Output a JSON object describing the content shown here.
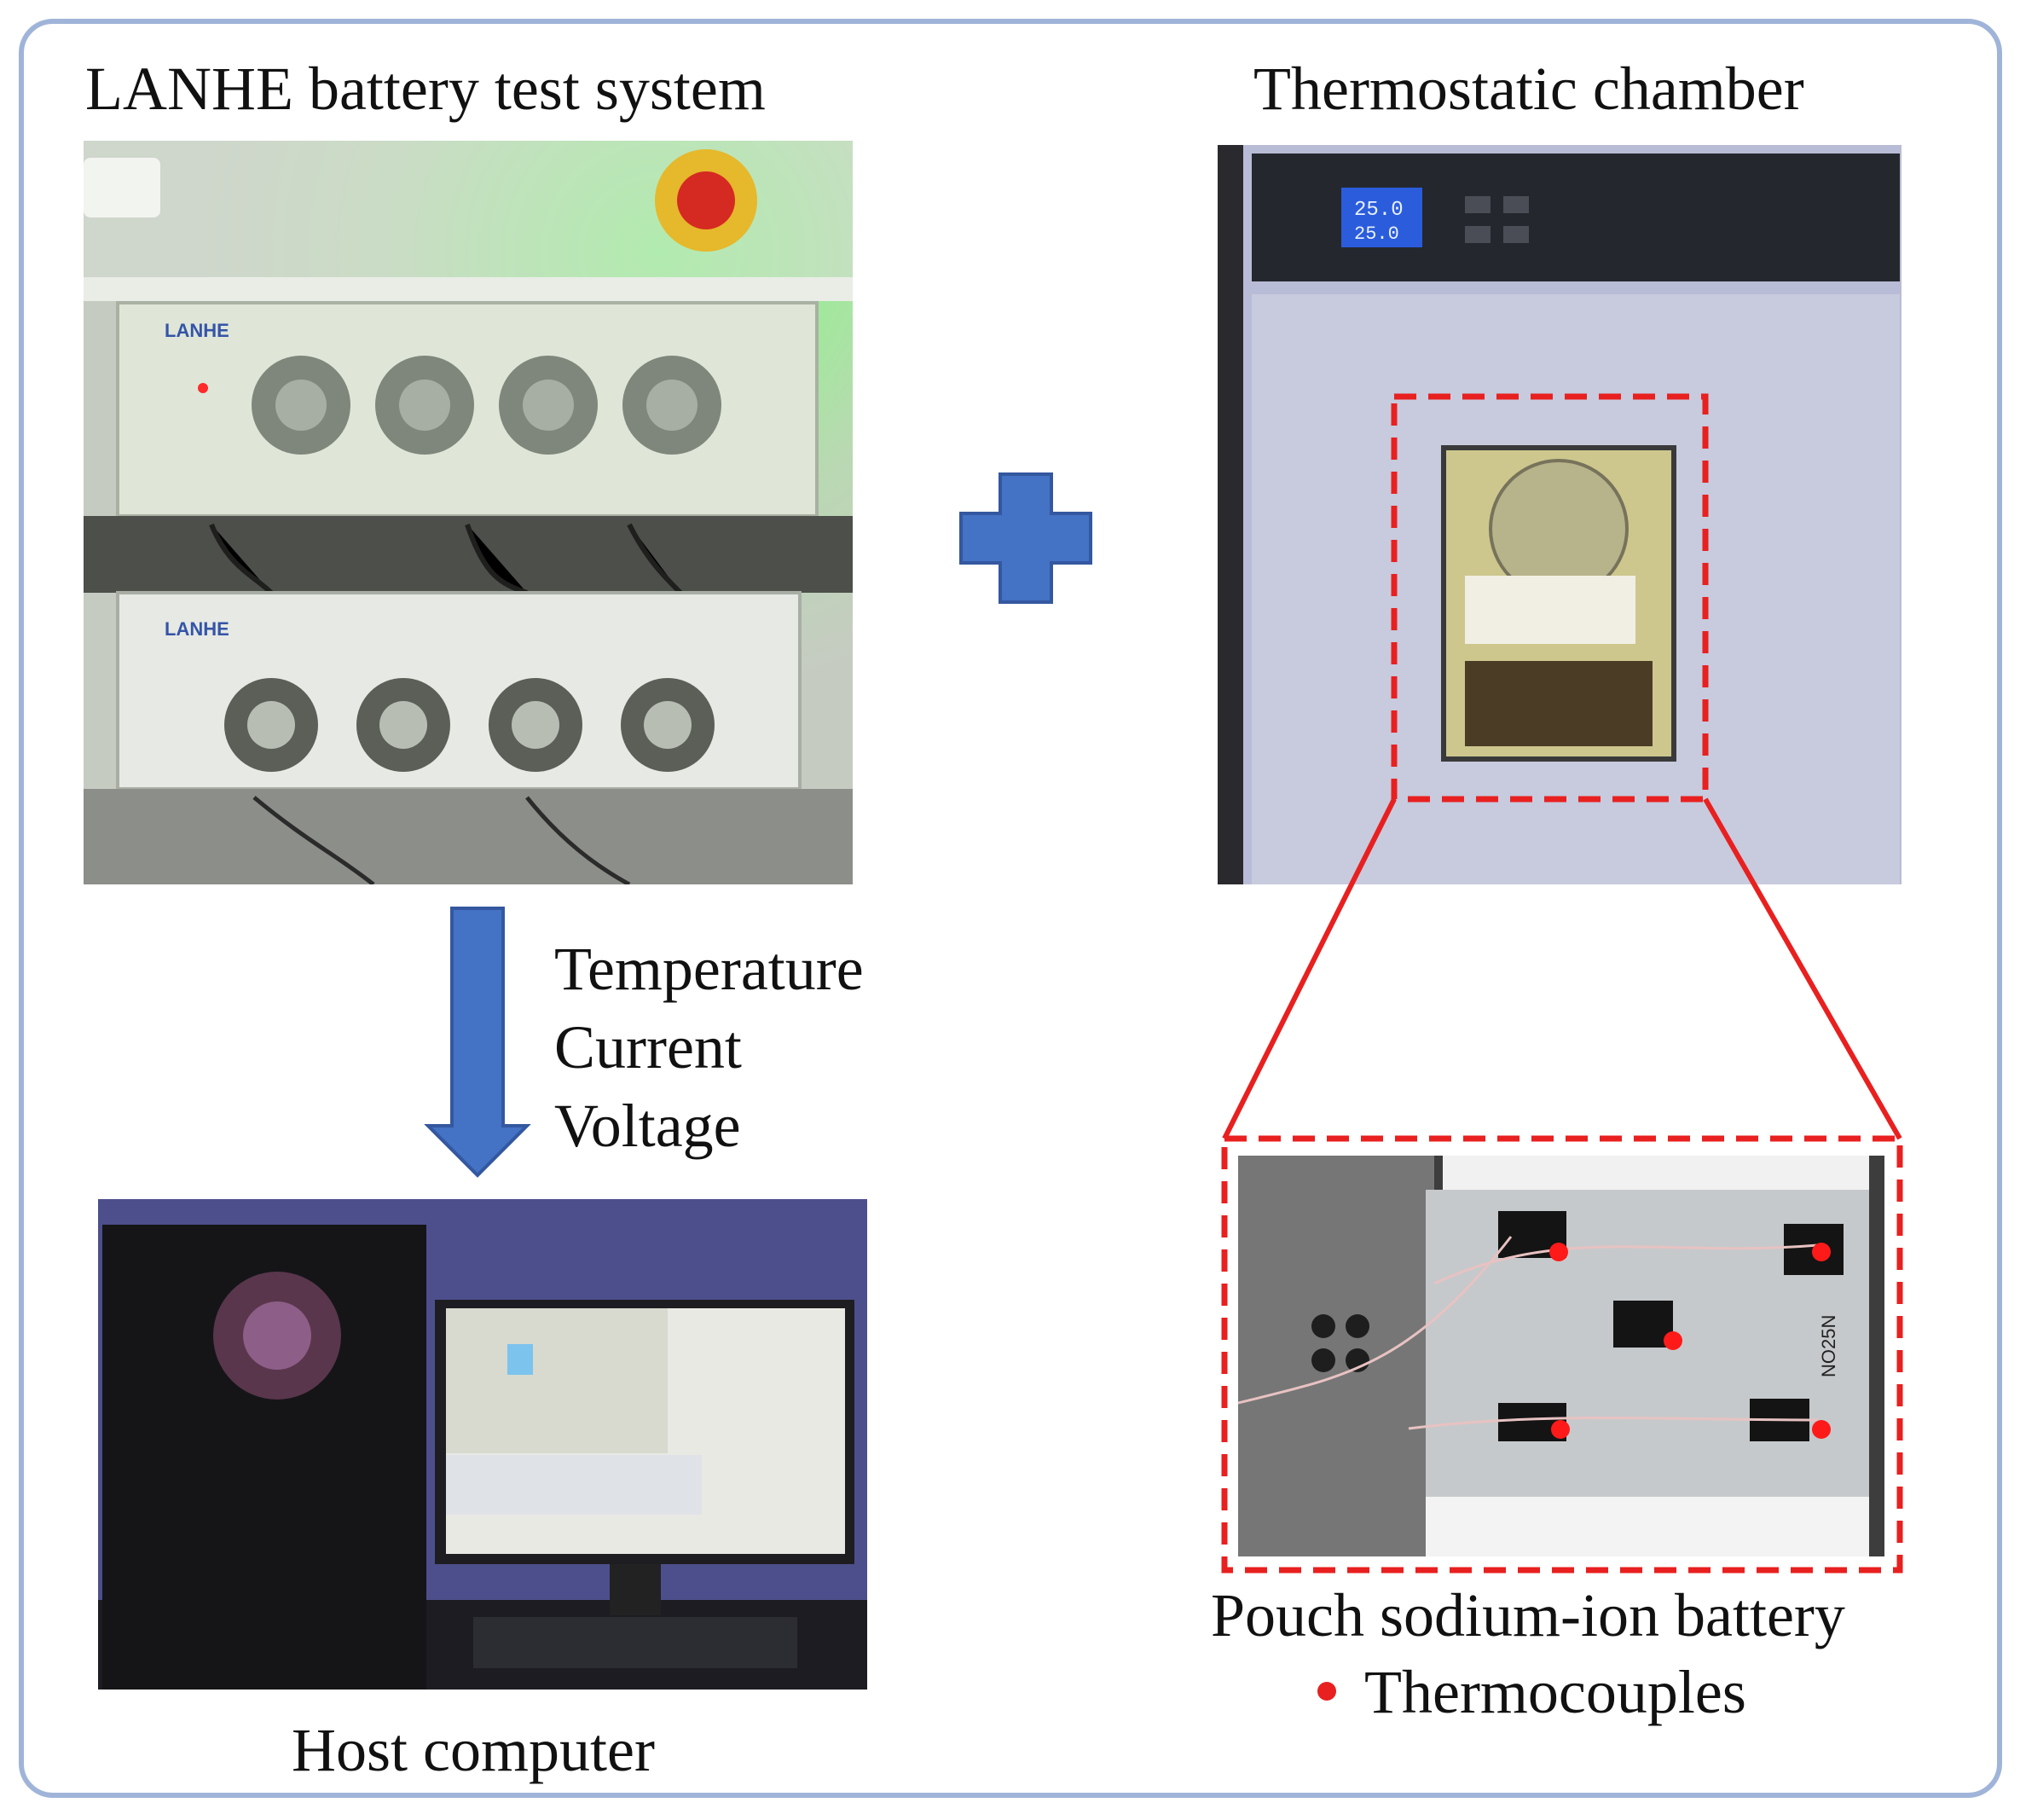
{
  "panels": {
    "tester": {
      "title": "LANHE battery test system"
    },
    "chamber": {
      "title": "Thermostatic chamber"
    },
    "host": {
      "title": "Host computer"
    },
    "pouch": {
      "title": "Pouch sodium-ion battery"
    }
  },
  "signals": [
    "Temperature",
    "Current",
    "Voltage"
  ],
  "legend": {
    "label": "Thermocouples"
  },
  "device_text": {
    "brand_top": "LANHE",
    "brand_bottom": "LANHE",
    "chamber_display_set": "25.0",
    "chamber_display_actual": "25.0",
    "pouch_marking": "NO25N"
  },
  "colors": {
    "arrow_blue": "#4472c4",
    "highlight_red": "#e8201f",
    "frame_border": "#9fb4d8"
  }
}
